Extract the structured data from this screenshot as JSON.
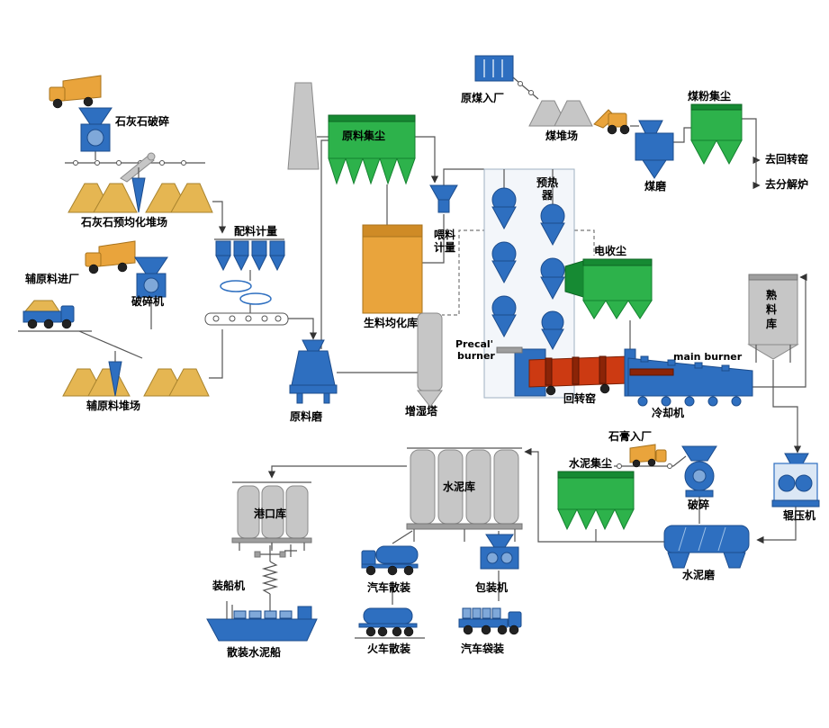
{
  "labels": {
    "limestone_crushing": "石灰石破碎",
    "limestone_preblending": "石灰石预均化堆场",
    "aux_entry": "辅原料进厂",
    "crusher_machine": "破碎机",
    "aux_yard": "辅原料堆场",
    "batching": "配料计量",
    "raw_dust": "原料集尘",
    "raw_meal_silo": "生料均化库",
    "feeding_1": "喂料",
    "feeding_2": "计量",
    "preheater_1": "预热",
    "preheater_2": "器",
    "raw_coal_entry": "原煤入厂",
    "coal_yard": "煤堆场",
    "coal_dust": "煤粉集尘",
    "coal_mill": "煤磨",
    "to_kiln": "去回转窑",
    "to_calciner": "去分解炉",
    "esp": "电收尘",
    "clinker_silo": "熟料库",
    "precal_1": "Precal'",
    "precal_2": "burner",
    "main_burner": "main burner",
    "rotary_kiln": "回转窑",
    "cooler": "冷却机",
    "humidifier": "增湿塔",
    "raw_mill": "原料磨",
    "gypsum_entry": "石膏入厂",
    "cement_dust": "水泥集尘",
    "crushing": "破碎",
    "roller_press": "辊压机",
    "cement_mill": "水泥磨",
    "cement_silo": "水泥库",
    "port_silo": "港口库",
    "ship_loader": "装船机",
    "bulk_ship": "散装水泥船",
    "truck_bulk": "汽车散装",
    "train_bulk": "火车散装",
    "packer": "包装机",
    "truck_bag": "汽车袋装"
  },
  "colors": {
    "equipment_blue": "#2e6fc0",
    "equipment_blue_light": "#7fa8d9",
    "dust_green": "#2db24b",
    "dust_green_dark": "#168a33",
    "silo_orange": "#e9a43c",
    "silo_orange_dark": "#cf8b26",
    "pile_yellow": "#e5b652",
    "structure_gray": "#c6c6c6",
    "kiln_red": "#cc3a12",
    "kiln_red_dark": "#8b2407"
  }
}
